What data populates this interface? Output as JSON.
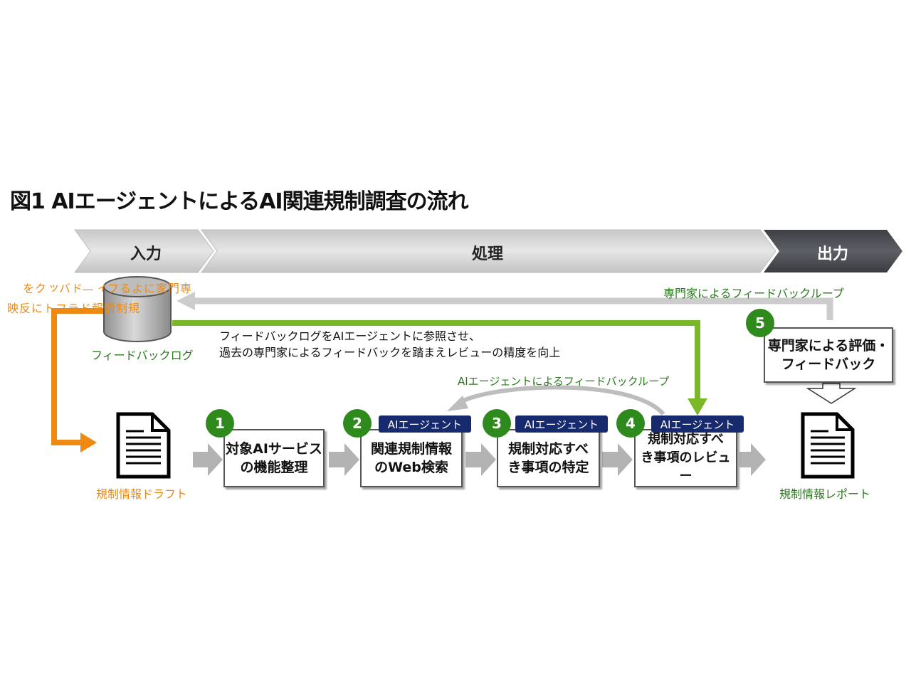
{
  "title": "図1 AIエージェントによるAI関連規制調査の流れ",
  "phases": {
    "input": "入力",
    "process": "処理",
    "output": "出力"
  },
  "feedback_log_label": "フィードバックログ",
  "draft_label": "規制情報ドラフト",
  "report_label": "規制情報レポート",
  "expert_loop_label": "専門家によるフィードバックループ",
  "agent_loop_label": "AIエージェントによるフィードバックループ",
  "log_note_line1": "フィードバックログをAIエージェントに参照させ、",
  "log_note_line2": "過去の専門家によるフィードバックを踏まえレビューの精度を向上",
  "reflect_line1": "専門家によるフィ—ドバックを",
  "reflect_line2": "規制情報ドラフトに反映",
  "agent_badge": "AIエージェント",
  "steps": [
    {
      "num": "1",
      "line1": "対象AIサービス",
      "line2": "の機能整理"
    },
    {
      "num": "2",
      "line1": "関連規制情報",
      "line2": "のWeb検索"
    },
    {
      "num": "3",
      "line1": "規制対応すべ",
      "line2": "き事項の特定"
    },
    {
      "num": "4",
      "line1": "規制対応すべ",
      "line2": "き事項のレビュー"
    },
    {
      "num": "5",
      "line1": "専門家による評価・",
      "line2": "フィードバック"
    }
  ],
  "colors": {
    "green_line": "#7ab828",
    "orange_line": "#ee8a12",
    "gray_line": "#cccccc",
    "phase_fill": "#d9d9d9",
    "output_fill": "#4a4d52",
    "badge_fill": "#172a6e",
    "step_circle": "#2f8a1e"
  }
}
